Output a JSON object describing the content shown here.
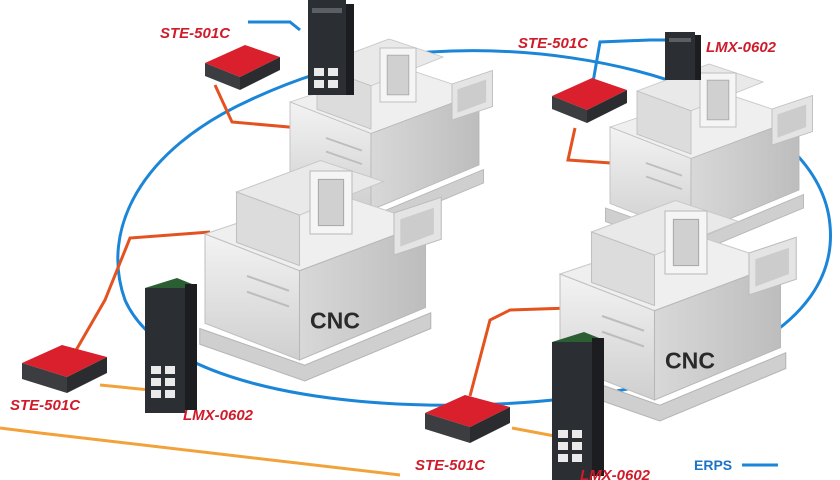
{
  "colors": {
    "erps_ring": "#1b86d8",
    "device_link": "#e4521f",
    "uplink": "#f2a23a",
    "label": "#cf1b2a",
    "legend_text": "#1b74c7",
    "machine_body": "#e6e6e6",
    "switch_body": "#2b2e33",
    "converter_red": "#d9202c"
  },
  "machines": [
    {
      "id": "m1"
    },
    {
      "id": "m2"
    },
    {
      "id": "m3",
      "label": "CNC"
    },
    {
      "id": "m4",
      "label": "CNC"
    }
  ],
  "devices": [
    {
      "type": "converter",
      "label": "STE-501C",
      "icon": "media-converter-icon"
    },
    {
      "type": "switch",
      "label": "",
      "icon": "industrial-switch-icon"
    },
    {
      "type": "converter",
      "label": "STE-501C",
      "icon": "media-converter-icon"
    },
    {
      "type": "switch",
      "label": "LMX-0602",
      "icon": "industrial-switch-icon"
    },
    {
      "type": "converter",
      "label": "STE-501C",
      "icon": "media-converter-icon"
    },
    {
      "type": "switch",
      "label": "LMX-0602",
      "icon": "industrial-switch-icon"
    },
    {
      "type": "converter",
      "label": "STE-501C",
      "icon": "media-converter-icon"
    },
    {
      "type": "switch",
      "label": "LMX-0602",
      "icon": "industrial-switch-icon"
    }
  ],
  "legend": {
    "label": "ERPS"
  }
}
